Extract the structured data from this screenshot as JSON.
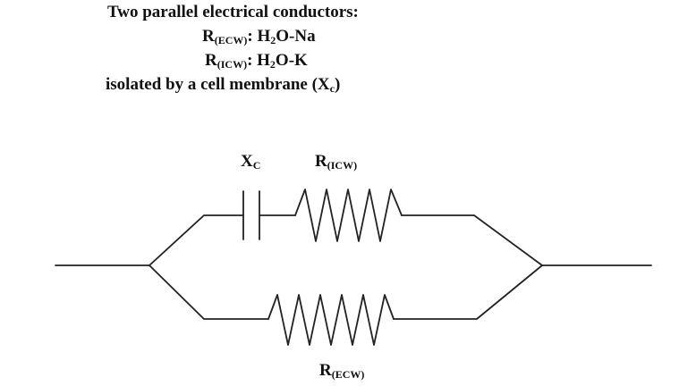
{
  "heading": {
    "line1": "Two parallel electrical conductors:",
    "line2": {
      "symbol": "R",
      "subscript": "(ECW)",
      "sep": ": ",
      "formula_a": "H",
      "formula_sub": "2",
      "formula_b": "O-Na"
    },
    "line3": {
      "symbol": "R",
      "subscript": "(ICW)",
      "sep": ": ",
      "formula_a": "H",
      "formula_sub": "2",
      "formula_b": "O-K"
    },
    "line4": {
      "text": "isolated by a cell membrane (X",
      "subscript": "c",
      "close": ")"
    }
  },
  "circuit": {
    "capacitor_label": {
      "symbol": "X",
      "subscript": "C"
    },
    "resistor_icw_label": {
      "symbol": "R",
      "subscript": "(ICW)"
    },
    "resistor_ecw_label": {
      "symbol": "R",
      "subscript": "(ECW)"
    }
  }
}
